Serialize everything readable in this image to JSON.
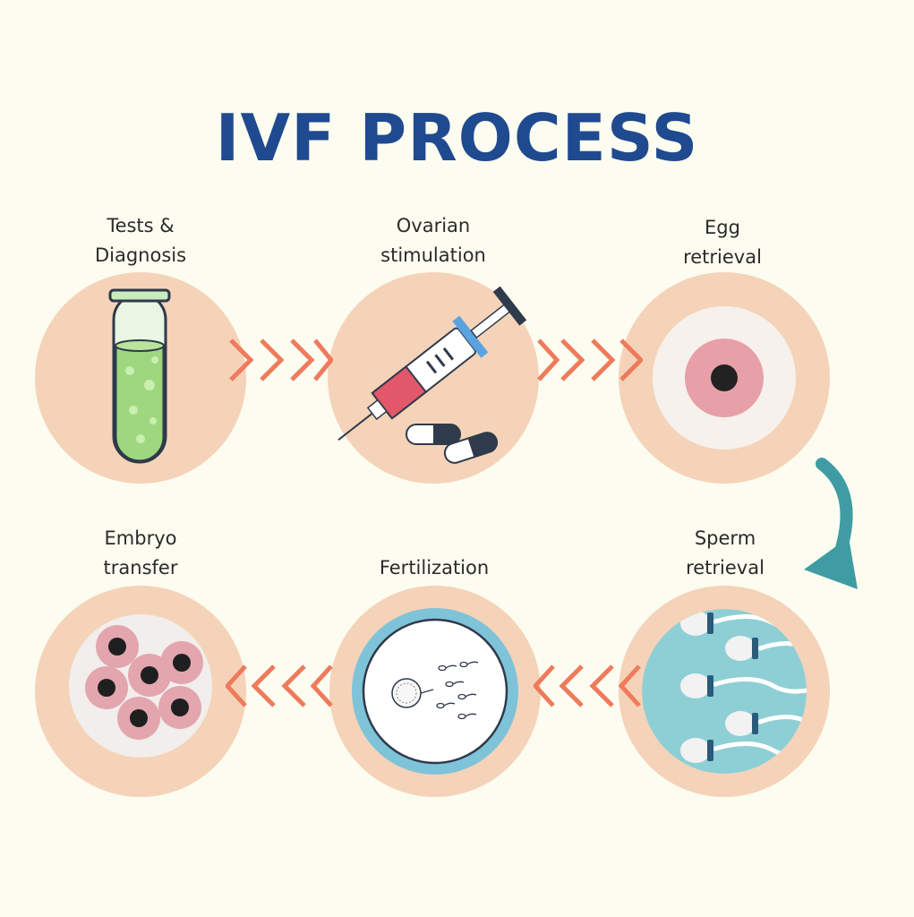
{
  "title": "IVF PROCESS",
  "steps": [
    {
      "line1": "Tests &",
      "line2": "Diagnosis"
    },
    {
      "line1": "Ovarian",
      "line2": "stimulation"
    },
    {
      "line1": "Egg",
      "line2": "retrieval"
    },
    {
      "line1": "Sperm",
      "line2": "retrieval"
    },
    {
      "line1": "",
      "line2": "Fertilization"
    },
    {
      "line1": "Embryo",
      "line2": "transfer"
    }
  ],
  "icons": [
    "test-tube-icon",
    "syringe-icon",
    "egg-icon",
    "sperm-icon",
    "petri-dish-icon",
    "embryo-icon"
  ],
  "colors": {
    "title": "#1f4a8f",
    "circle": "#f5d3b8",
    "chevron": "#ef7a5c",
    "turn_arrow": "#3f9ca3",
    "background": "#fdfcf0"
  }
}
